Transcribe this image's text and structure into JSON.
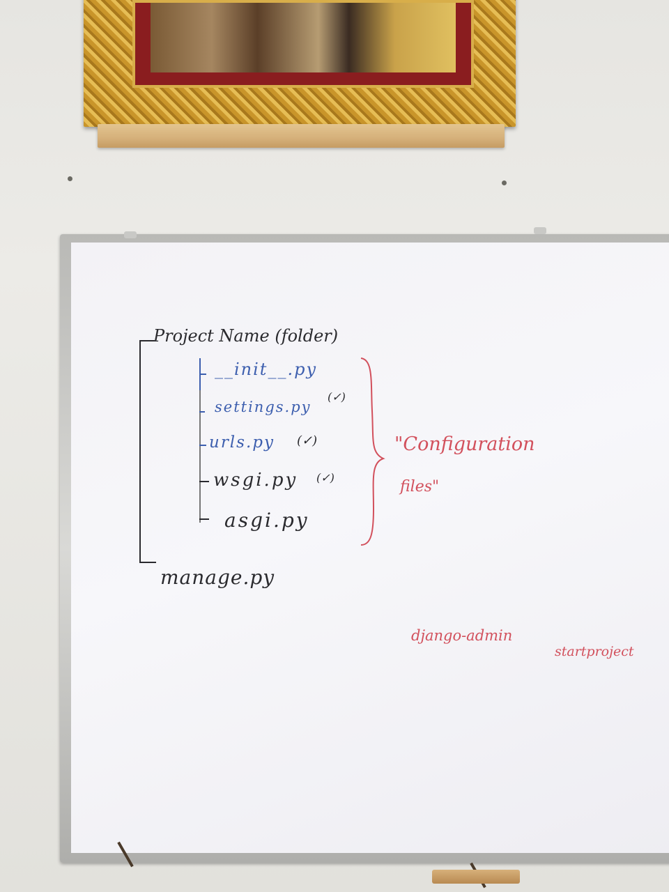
{
  "tree": {
    "root": "Project Name (folder)",
    "children": [
      {
        "name": "__init__.py",
        "mark": ""
      },
      {
        "name": "settings.py",
        "mark": "(✓)"
      },
      {
        "name": "urls.py",
        "mark": "(✓)"
      },
      {
        "name": "wsgi.py",
        "mark": "(✓)"
      },
      {
        "name": "asgi.py",
        "mark": ""
      }
    ],
    "sibling": "manage.py"
  },
  "annotation": {
    "line1": "\"Configuration",
    "line2": "files\""
  },
  "command": {
    "tool": "django-admin",
    "subcommand": "startproject"
  },
  "colors": {
    "black_marker": "#2a2a2e",
    "blue_marker": "#3c5eae",
    "red_marker": "#d2505c"
  }
}
